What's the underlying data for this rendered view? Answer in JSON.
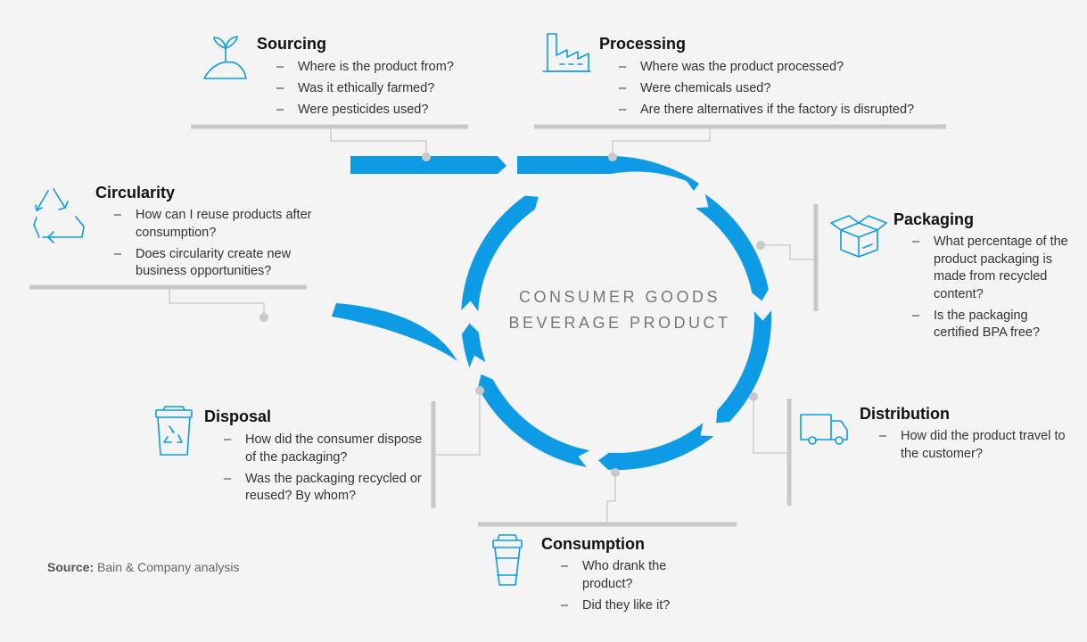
{
  "colors": {
    "accent": "#0d9be6",
    "rule": "#c8c8c8",
    "background": "#f4f4f4"
  },
  "center": {
    "line1": "CONSUMER GOODS",
    "line2": "BEVERAGE PRODUCT"
  },
  "stages": {
    "sourcing": {
      "title": "Sourcing",
      "icon": "sprout-icon",
      "items": [
        "Where is the product from?",
        "Was it ethically farmed?",
        "Were pesticides used?"
      ]
    },
    "processing": {
      "title": "Processing",
      "icon": "factory-icon",
      "items": [
        "Where was the product processed?",
        "Were chemicals used?",
        "Are there alternatives if the factory is disrupted?"
      ]
    },
    "packaging": {
      "title": "Packaging",
      "icon": "box-icon",
      "items": [
        "What percentage of the product packaging is made from recycled content?",
        "Is the packaging certified BPA free?"
      ]
    },
    "distribution": {
      "title": "Distribution",
      "icon": "truck-icon",
      "items": [
        "How did the product travel to the customer?"
      ]
    },
    "consumption": {
      "title": "Consumption",
      "icon": "cup-icon",
      "items": [
        "Who drank the product?",
        "Did they like it?"
      ]
    },
    "disposal": {
      "title": "Disposal",
      "icon": "recycle-bin-icon",
      "items": [
        "How did the consumer dispose of the packaging?",
        "Was the packaging recycled or reused? By whom?"
      ]
    },
    "circularity": {
      "title": "Circularity",
      "icon": "recycle-icon",
      "items": [
        "How can I reuse products after consumption?",
        "Does circularity create new business opportunities?"
      ]
    }
  },
  "source": {
    "label": "Source:",
    "text": "Bain & Company analysis"
  }
}
